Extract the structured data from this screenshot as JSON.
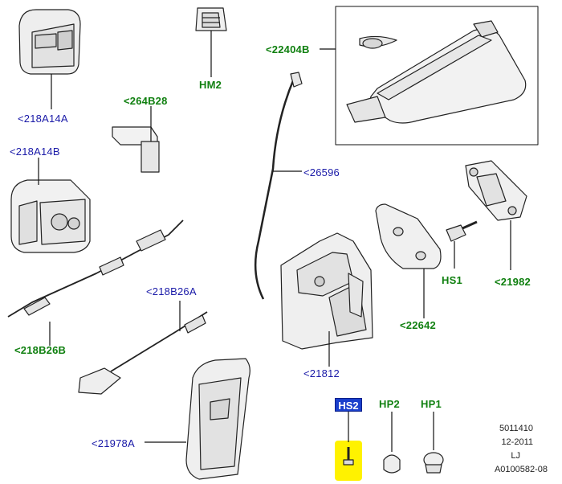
{
  "colors": {
    "blue_label": "#1a1aa8",
    "green_label": "#108010",
    "highlight_box": "#1a3fcc",
    "highlight_fill": "#fff200"
  },
  "labels": {
    "l218A14A_top": "<218A14A",
    "l218A14B": "<218A14B",
    "l264B28": "<264B28",
    "lHM2": "HM2",
    "l22404B": "<22404B",
    "l26596": "<26596",
    "l218B26A": "<218B26A",
    "l218B26B": "<218B26B",
    "l21978A": "<21978A",
    "l21812": "<21812",
    "l22642": "<22642",
    "lHS1": "HS1",
    "l21982": "<21982",
    "lHS2": "HS2",
    "lHP2": "HP2",
    "lHP1": "HP1"
  },
  "meta": {
    "line1": "5011410",
    "line2": "12-2011",
    "line3": "LJ",
    "line4": "A0100582-08"
  }
}
